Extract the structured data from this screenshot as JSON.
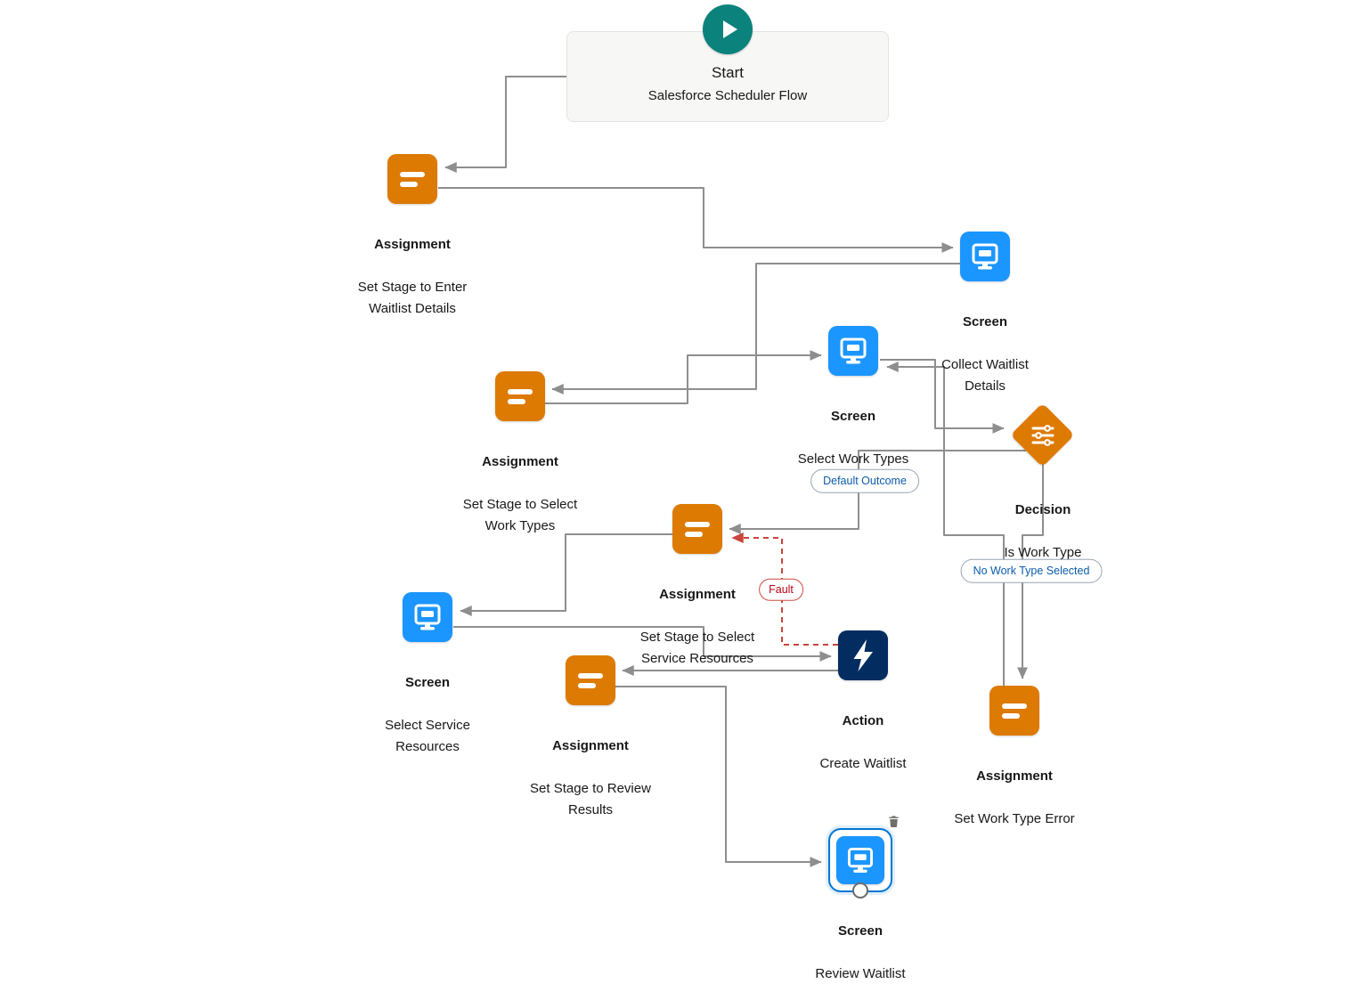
{
  "colors": {
    "assignment": "#DD7A01",
    "decision": "#DD7A01",
    "screen": "#1B96FF",
    "action": "#032D60",
    "start": "#0B827C",
    "connector": "#8E8E8E",
    "fault": "#C9453C",
    "selection": "#0176D3",
    "badge_text": "#0B5CAB"
  },
  "start": {
    "title": "Start",
    "subtitle": "Salesforce Scheduler Flow",
    "icon": "play-icon"
  },
  "nodes": {
    "set_stage_enter_waitlist": {
      "type": "Assignment",
      "name": "Set Stage to Enter\nWaitlist Details",
      "icon": "assignment-icon"
    },
    "collect_waitlist_details": {
      "type": "Screen",
      "name": "Collect Waitlist\nDetails",
      "icon": "screen-icon"
    },
    "set_stage_select_work_types": {
      "type": "Assignment",
      "name": "Set Stage to Select\nWork Types",
      "icon": "assignment-icon"
    },
    "select_work_types": {
      "type": "Screen",
      "name": "Select Work Types",
      "icon": "screen-icon"
    },
    "is_work_type_selected": {
      "type": "Decision",
      "name": "Is Work Type\nSelected",
      "icon": "decision-icon"
    },
    "set_stage_select_service_resources": {
      "type": "Assignment",
      "name": "Set Stage to Select\nService Resources",
      "icon": "assignment-icon"
    },
    "select_service_resources": {
      "type": "Screen",
      "name": "Select Service\nResources",
      "icon": "screen-icon"
    },
    "create_waitlist": {
      "type": "Action",
      "name": "Create Waitlist",
      "icon": "lightning-icon"
    },
    "set_stage_review_results": {
      "type": "Assignment",
      "name": "Set Stage to Review\nResults",
      "icon": "assignment-icon"
    },
    "set_work_type_error": {
      "type": "Assignment",
      "name": "Set Work Type Error",
      "icon": "assignment-icon"
    },
    "review_waitlist": {
      "type": "Screen",
      "name": "Review Waitlist",
      "icon": "screen-icon",
      "selected": true
    }
  },
  "connector_labels": {
    "default_outcome": "Default Outcome",
    "no_work_type_selected": "No Work Type Selected",
    "fault": "Fault"
  }
}
